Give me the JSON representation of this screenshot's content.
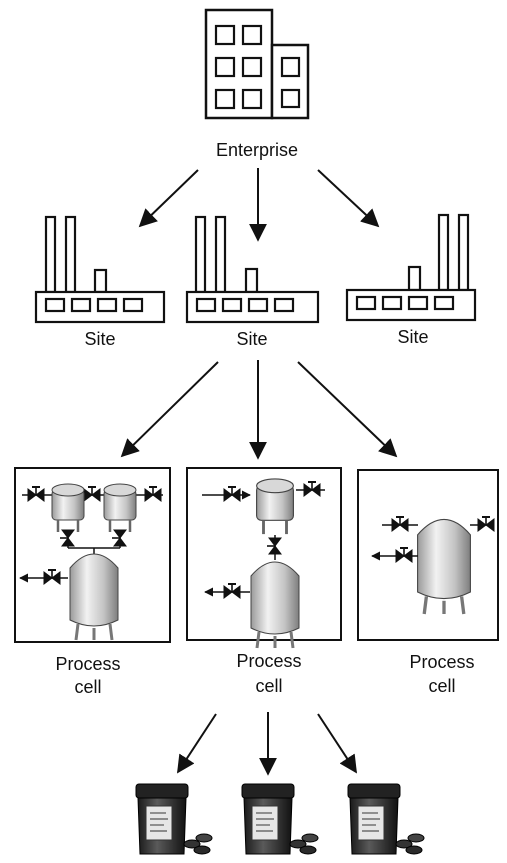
{
  "labels": {
    "enterprise": "Enterprise",
    "site_left": "Site",
    "site_center": "Site",
    "site_right": "Site",
    "process_left_line1": "Process",
    "process_left_line2": "cell",
    "process_center_line1": "Process",
    "process_center_line2": "cell",
    "process_right_line1": "Process",
    "process_right_line2": "cell"
  },
  "icons": {
    "enterprise": "office-building-icon",
    "site": "factory-icon",
    "process_cell": "tank-valve-icon",
    "product": "medicine-bottle-icon"
  }
}
